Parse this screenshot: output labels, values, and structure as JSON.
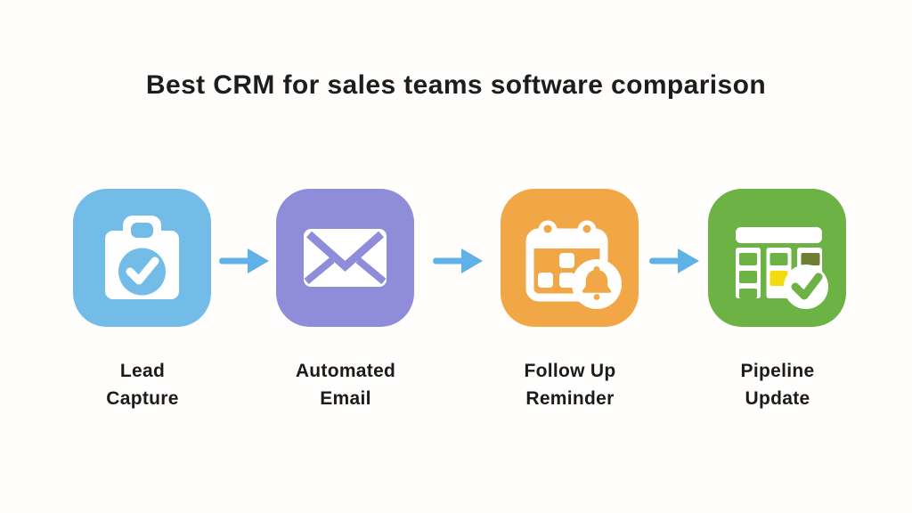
{
  "title": "Best CRM for sales teams software comparison",
  "colors": {
    "background": "#fffefd",
    "title_text": "#1d1d1d",
    "label_text": "#1b1b1b",
    "arrow": "#5fb2e8",
    "step1_blue": "#74bce8",
    "step2_purple": "#8f8cda",
    "step3_orange": "#f2a747",
    "step4_green": "#6db244",
    "yellow_card": "#f2db0e",
    "dark_card": "#6e7e33"
  },
  "steps": [
    {
      "label_line1": "Lead",
      "label_line2": "Capture",
      "icon": "clipboard-check-icon",
      "color": "#74bce8"
    },
    {
      "label_line1": "Automated",
      "label_line2": "Email",
      "icon": "envelope-icon",
      "color": "#8f8cda"
    },
    {
      "label_line1": "Follow Up",
      "label_line2": "Reminder",
      "icon": "calendar-bell-icon",
      "color": "#f2a747"
    },
    {
      "label_line1": "Pipeline",
      "label_line2": "Update",
      "icon": "kanban-check-icon",
      "color": "#6db244"
    }
  ]
}
